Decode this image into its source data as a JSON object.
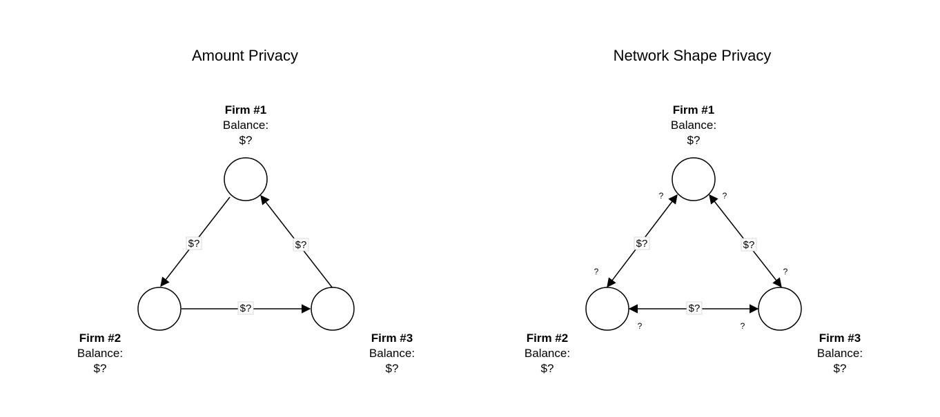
{
  "panels": [
    {
      "title": "Amount Privacy",
      "firms": [
        {
          "name": "Firm #1",
          "balance_label": "Balance:",
          "balance": "$?"
        },
        {
          "name": "Firm #2",
          "balance_label": "Balance:",
          "balance": "$?"
        },
        {
          "name": "Firm #3",
          "balance_label": "Balance:",
          "balance": "$?"
        }
      ],
      "edges": [
        {
          "label": "$?"
        },
        {
          "label": "$?"
        },
        {
          "label": "$?"
        }
      ]
    },
    {
      "title": "Network Shape Privacy",
      "firms": [
        {
          "name": "Firm #1",
          "balance_label": "Balance:",
          "balance": "$?"
        },
        {
          "name": "Firm #2",
          "balance_label": "Balance:",
          "balance": "$?"
        },
        {
          "name": "Firm #3",
          "balance_label": "Balance:",
          "balance": "$?"
        }
      ],
      "edges": [
        {
          "label": "$?"
        },
        {
          "label": "$?"
        },
        {
          "label": "$?"
        }
      ],
      "direction_marks": [
        "?",
        "?",
        "?",
        "?",
        "?",
        "?"
      ]
    }
  ]
}
